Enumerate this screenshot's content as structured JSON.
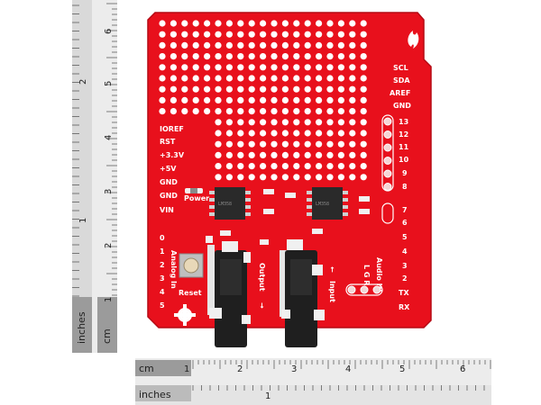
{
  "colors": {
    "board": "#e8101c",
    "board_dark": "#b50a14",
    "silkscreen": "#ffffff",
    "ruler_bg": "#ececec",
    "ruler_dark": "#9b9b9b",
    "chip": "#2a2a2a",
    "jack": "#1f1f1f",
    "pad": "#f0f0f0"
  },
  "icons": [
    "flame-logo-icon",
    "gear-logo-icon"
  ],
  "board": {
    "header_right_top": [
      "SCL",
      "SDA",
      "AREF",
      "GND"
    ],
    "digital_upper": [
      "13",
      "12",
      "11",
      "10",
      "9",
      "8"
    ],
    "digital_lower": [
      "7",
      "6",
      "5",
      "4",
      "3",
      "2",
      "TX",
      "RX"
    ],
    "power_left": [
      "IOREF",
      "RST",
      "+3.3V",
      "+5V",
      "GND",
      "GND",
      "VIN"
    ],
    "analog_left": [
      "0",
      "1",
      "2",
      "3",
      "4",
      "5"
    ],
    "power_led_label": "Power",
    "analog_in_label": "Analog In",
    "reset_label": "Reset",
    "output_label": "Output",
    "input_label": "Input",
    "audio_in_label": "Audio IN",
    "lgr_label": "L G R",
    "chip_mark": "LM358"
  },
  "ruler_bottom": {
    "cm_label": "cm",
    "cm_ticks": [
      "1",
      "2",
      "3",
      "4",
      "5",
      "6"
    ],
    "inches_label": "inches",
    "inch_ticks": [
      "1"
    ]
  },
  "ruler_left": {
    "cm_label": "cm",
    "cm_ticks": [
      "1",
      "2",
      "3",
      "4",
      "5",
      "6"
    ],
    "inches_label": "inches",
    "inch_ticks": [
      "1",
      "2"
    ]
  }
}
